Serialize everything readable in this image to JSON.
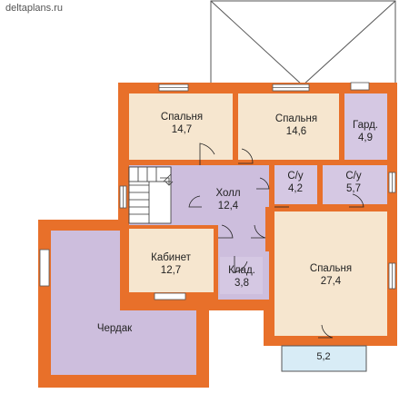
{
  "header": {
    "site": "deltaplans.ru"
  },
  "colors": {
    "wall": "#E8702A",
    "room_beige": "#F6E6CF",
    "room_purple": "#D5C8E3",
    "corridor_purple": "#CDBEDD",
    "attic": "#CDBEDD",
    "balcony": "#D8ECF6",
    "roof_line": "#555555"
  },
  "rooms": [
    {
      "id": "bedroom1",
      "name": "Спальня",
      "area": "14,7"
    },
    {
      "id": "bedroom2",
      "name": "Спальня",
      "area": "14,6"
    },
    {
      "id": "wardrobe",
      "name": "Гард.",
      "area": "4,9"
    },
    {
      "id": "hall",
      "name": "Холл",
      "area": "12,4"
    },
    {
      "id": "bath1",
      "name": "С/у",
      "area": "4,2"
    },
    {
      "id": "bath2",
      "name": "С/у",
      "area": "5,7"
    },
    {
      "id": "study",
      "name": "Кабинет",
      "area": "12,7"
    },
    {
      "id": "storage",
      "name": "Клад.",
      "area": "3,8"
    },
    {
      "id": "bedroom3",
      "name": "Спальня",
      "area": "27,4"
    },
    {
      "id": "attic",
      "name": "Чердак",
      "area": ""
    }
  ],
  "balcony": {
    "dimension": "5,2"
  }
}
